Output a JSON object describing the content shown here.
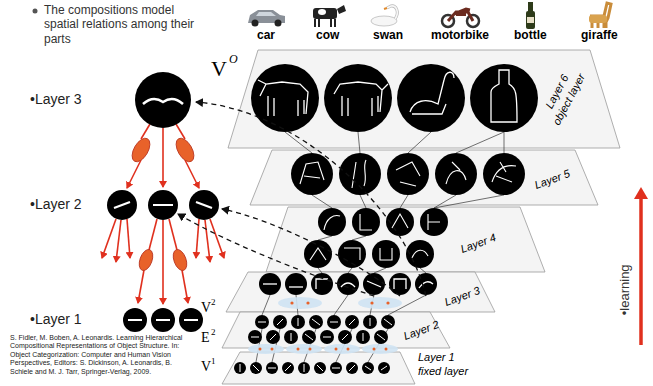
{
  "diagram": {
    "labels": [
      "The compositions model spatial relations among their parts",
      "•Layer 3",
      "•Layer 2",
      "•Layer 1",
      "S. Fidler, M. Boben, A. Leonardis. Learning Hierarchical Compositional Representations of Object Structure. In: Object Categorization: Computer and Human Vision Perspectives, Editors: S. Dickinson, A. Leonardis, B. Schiele and M. J. Tarr, Springer-Verlag, 2009.",
      "car",
      "cow",
      "swan",
      "motorbike",
      "bottle",
      "giraffe",
      "V",
      "O",
      "Layer 6",
      "object layer",
      "Layer 5",
      "Layer 4",
      "Layer 3",
      "Layer 2",
      "V",
      "2",
      "E",
      "2",
      "V",
      "1",
      "Layer 1",
      "fixed layer",
      "•learning"
    ]
  }
}
